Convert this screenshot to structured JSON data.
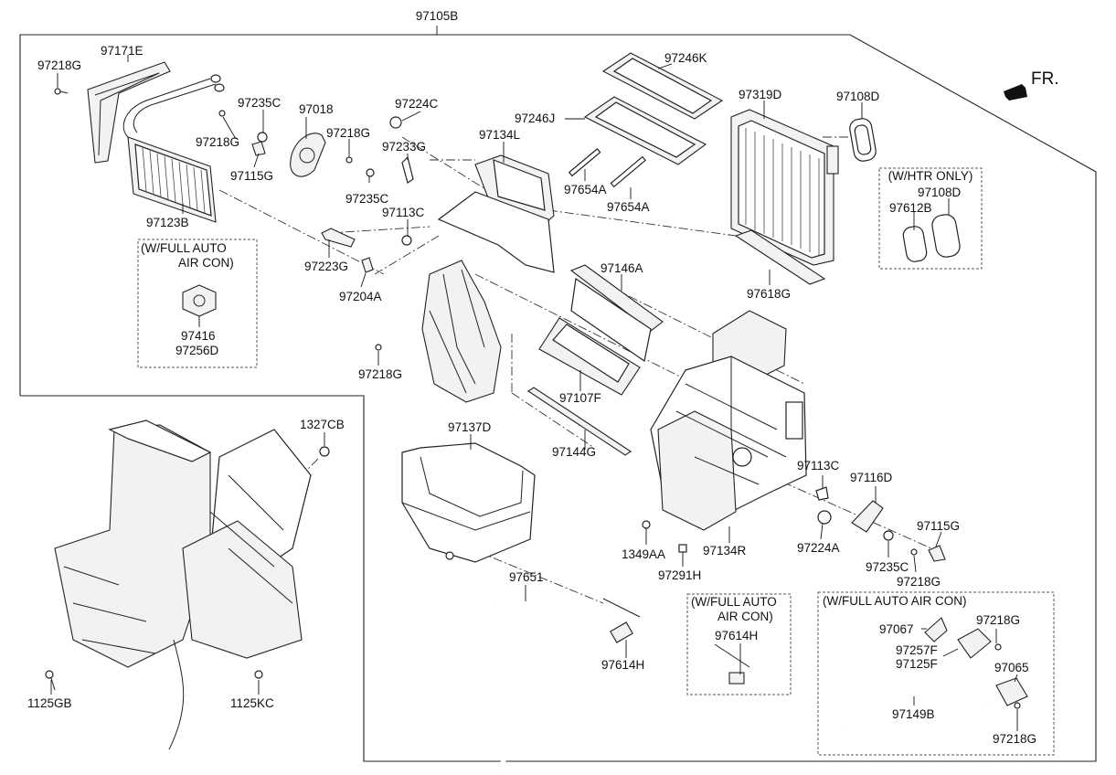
{
  "assembly": {
    "number": "97105B",
    "front_indicator": "FR."
  },
  "callouts": {
    "c97218G_a": "97218G",
    "c97171E": "97171E",
    "c97235C_a": "97235C",
    "c97018": "97018",
    "c97218G_b": "97218G",
    "c97115G_a": "97115G",
    "c97123B": "97123B",
    "c97218G_c": "97218G",
    "c97224C": "97224C",
    "c97233G": "97233G",
    "c97235C_b": "97235C",
    "c97113C_a": "97113C",
    "c97223G": "97223G",
    "c97204A": "97204A",
    "c97134L": "97134L",
    "c97218G_d": "97218G",
    "c97246K": "97246K",
    "c97246J": "97246J",
    "c97654A_a": "97654A",
    "c97654A_b": "97654A",
    "c97319D": "97319D",
    "c97108D_a": "97108D",
    "c97108D_b": "97108D",
    "c97612B": "97612B",
    "c97618G": "97618G",
    "c97146A": "97146A",
    "c97107F": "97107F",
    "c97144G": "97144G",
    "c97137D": "97137D",
    "c97651": "97651",
    "c97614H_a": "97614H",
    "c97614H_b": "97614H",
    "c1349AA": "1349AA",
    "c97291H": "97291H",
    "c97134R": "97134R",
    "c97113C_b": "97113C",
    "c97116D": "97116D",
    "c97224A": "97224A",
    "c97235C_c": "97235C",
    "c97115G_b": "97115G",
    "c97218G_e": "97218G",
    "c97067": "97067",
    "c97218G_f": "97218G",
    "c97257F": "97257F",
    "c97125F": "97125F",
    "c97065": "97065",
    "c97149B": "97149B",
    "c97218G_g": "97218G",
    "c1327CB": "1327CB",
    "c1125GB": "1125GB",
    "c1125KC": "1125KC",
    "c97416": "97416",
    "c97256D": "97256D"
  },
  "option_boxes": {
    "full_auto_left": {
      "line1": "(W/FULL AUTO",
      "line2": "AIR CON)"
    },
    "htr_only": {
      "line1": "(W/HTR ONLY)"
    },
    "full_auto_mid": {
      "line1": "(W/FULL AUTO",
      "line2": "AIR CON)"
    },
    "full_auto_right": {
      "line1": "(W/FULL AUTO AIR CON)"
    }
  }
}
